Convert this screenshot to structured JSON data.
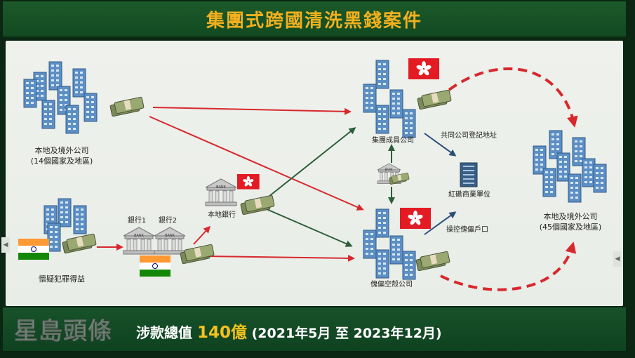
{
  "header": {
    "title": "集團式跨國清洗黑錢案件"
  },
  "nodes": {
    "local_overseas_top": {
      "line1": "本地及境外公司",
      "line2": "(14個國家及地區)"
    },
    "crime_proceeds": {
      "label": "懷疑犯罪得益"
    },
    "bank1": {
      "label": "銀行1",
      "sign": "BANK"
    },
    "bank2": {
      "label": "銀行2",
      "sign": "BANK"
    },
    "local_bank": {
      "label": "本地銀行",
      "sign": "BANK"
    },
    "group_member": {
      "label": "集團成員公司"
    },
    "shell_company": {
      "label": "傀儡空殼公司"
    },
    "shared_address": {
      "label": "共同公司登記地址"
    },
    "hunghom_unit": {
      "label": "紅磡商業單位"
    },
    "manipulate_accounts": {
      "label": "操控傀儡戶口"
    },
    "middle_bank": {
      "sign": "BANK"
    },
    "destination": {
      "line1": "本地及境外公司",
      "line2": "(45個國家及地區)"
    }
  },
  "footer": {
    "prefix": "涉款總值 ",
    "amount": "140億",
    "period": " (2021年5月 至 2023年12月)"
  },
  "watermark": {
    "text": "星島頭條"
  },
  "nav": {
    "left": "◀",
    "right": "◀"
  },
  "colors": {
    "red_arrow": "#d8282d",
    "green_arrow": "#2e5e3a",
    "blue_arrow": "#2a4e7a",
    "accent_gold": "#f2b01e"
  }
}
